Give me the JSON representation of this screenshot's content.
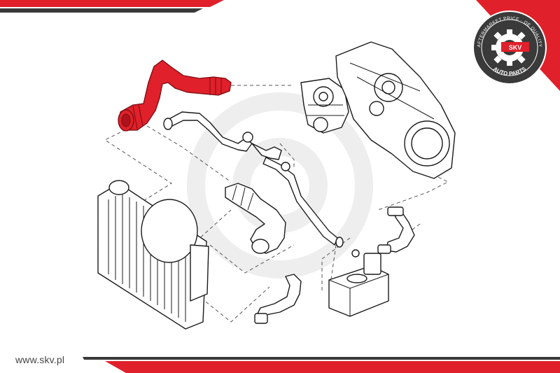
{
  "brand": {
    "url": "www.skv.pl",
    "logo_ring_text": "AFTERMARKET PRICE · OE QUALITY",
    "logo_center": "SKV",
    "logo_bottom": "AUTO PARTS",
    "accent_color": "#e0202a",
    "dark_color": "#3a3a3a"
  },
  "diagram": {
    "highlighted_part": "upper-radiator-hose",
    "highlight_color": "#e0202a"
  }
}
